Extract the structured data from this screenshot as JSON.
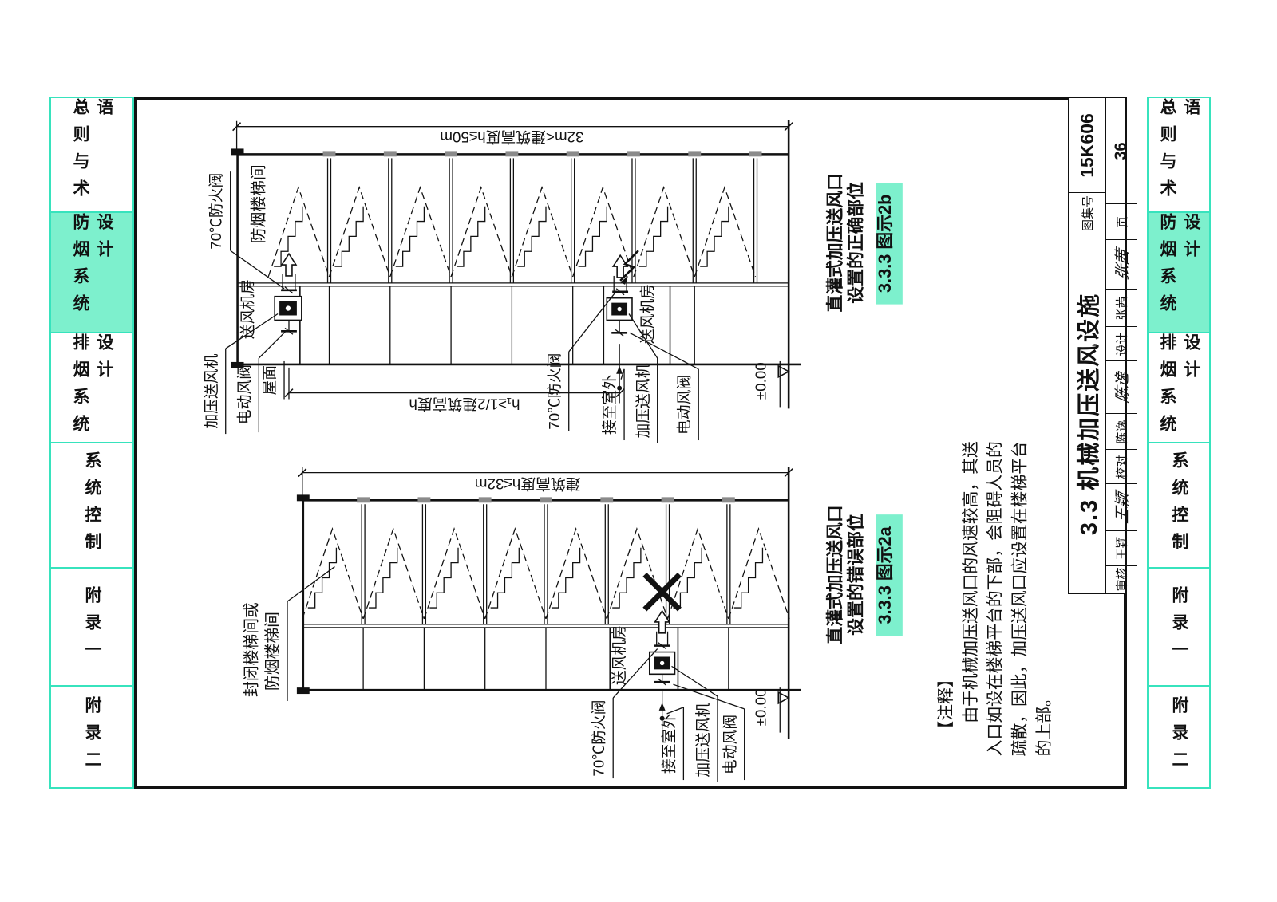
{
  "colors": {
    "accent_fill": "#7df0cd",
    "accent_line": "#37e3bd"
  },
  "sidebar": {
    "tabs": [
      {
        "label": "总则与术语",
        "active": false
      },
      {
        "label": "防烟系统设计",
        "active": true
      },
      {
        "label": "排烟系统设计",
        "active": false
      },
      {
        "label": "系统控制",
        "active": false
      },
      {
        "label": "附录一",
        "active": false
      },
      {
        "label": "附录二",
        "active": false
      }
    ]
  },
  "title_block": {
    "atlas_label": "图集号",
    "atlas_no": "15K606",
    "page_label": "页",
    "page_no": "36",
    "section_title": "3.3 机械加压送风设施",
    "roles": [
      {
        "label": "审核",
        "name": "王颖",
        "signature": "王颖"
      },
      {
        "label": "校对",
        "name": "陈逸",
        "signature": "陈逸"
      },
      {
        "label": "设计",
        "name": "张茜",
        "signature": "张茜"
      }
    ]
  },
  "figure_correct": {
    "tag": "3.3.3 图示2b",
    "caption_line1": "直灌式加压送风口",
    "caption_line2": "设置的正确部位",
    "dim_height": "32m<建筑高度h≤50m",
    "dim_spacing": "h₁≥1/2建筑高度h",
    "label_stairwell": "防烟楼梯间",
    "label_fire_damper_top": "70℃防火阀",
    "label_fan_room_top": "送风机房",
    "label_fan_top": "加压送风机",
    "label_damper_top": "电动风阀",
    "label_roof": "屋面",
    "label_fire_damper_btm": "70℃防火阀",
    "label_outdoor_btm": "接至室外",
    "label_fan_btm": "加压送风机",
    "label_damper_btm": "电动风阀",
    "label_fan_room_btm": "送风机房",
    "level": "±0.00"
  },
  "figure_wrong": {
    "tag": "3.3.3 图示2a",
    "caption_line1": "直灌式加压送风口",
    "caption_line2": "设置的错误部位",
    "dim_height": "建筑高度h≤32m",
    "label_stairwell_line1": "封闭楼梯间或",
    "label_stairwell_line2": "防烟楼梯间",
    "label_fan_room": "送风机房",
    "label_fire_damper": "70℃防火阀",
    "label_outdoor": "接至室外",
    "label_fan": "加压送风机",
    "label_damper": "电动风阀",
    "level": "±0.00"
  },
  "notes": {
    "lines": [
      "【注释】",
      "　　由于机械加压送风口的风速较高，其送",
      "入口如设在楼梯平台的下部，会阻碍人员的",
      "疏散，因此，加压送风口应设置在楼梯平台",
      "的上部。"
    ]
  }
}
